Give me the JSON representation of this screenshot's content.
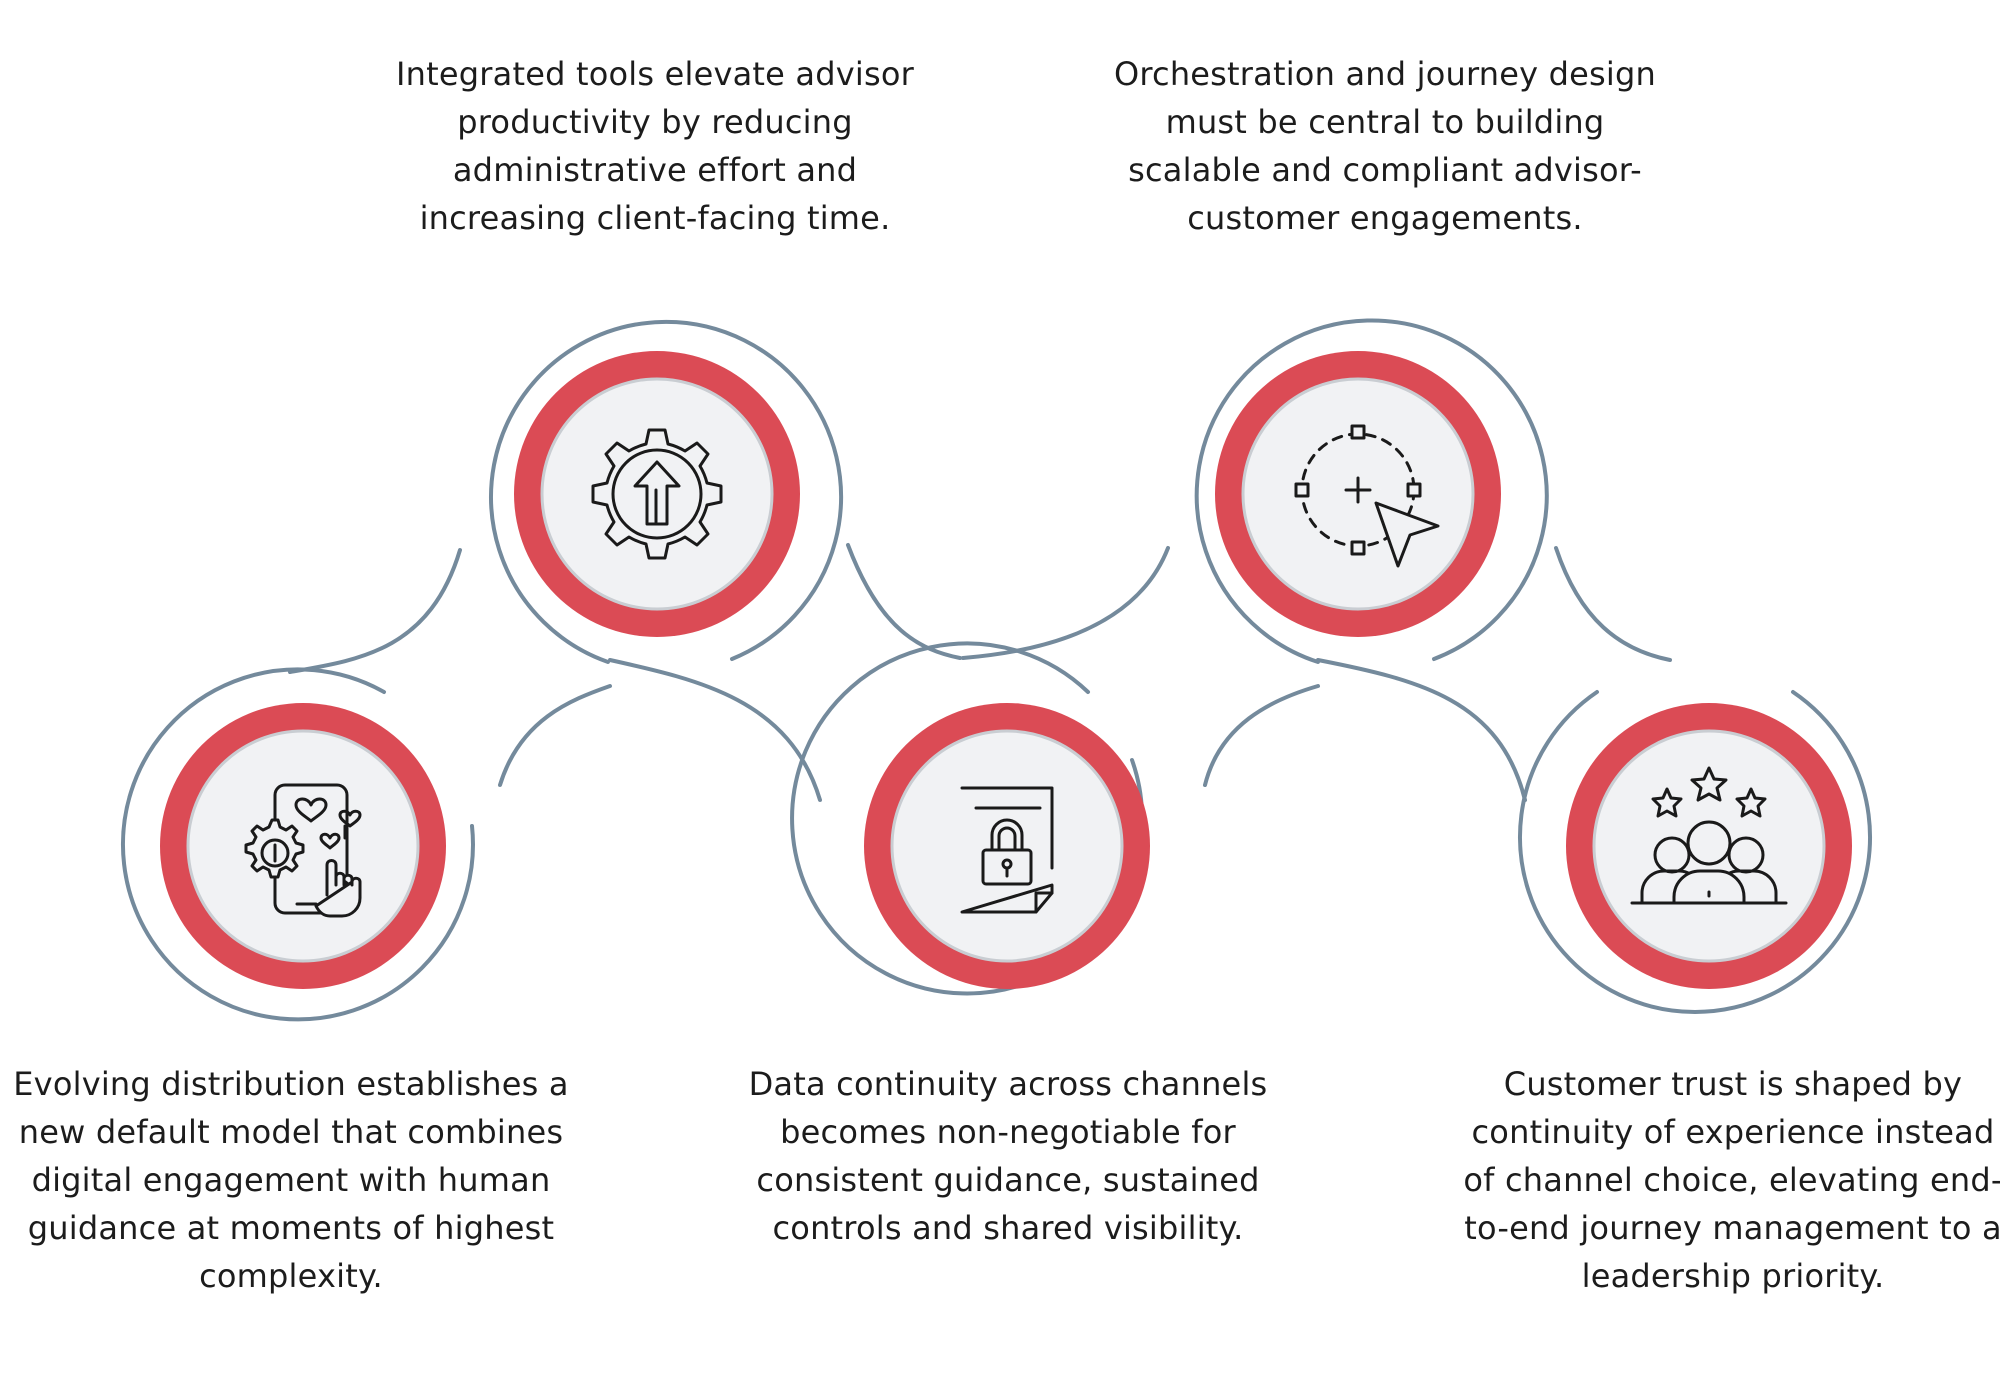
{
  "colors": {
    "ring": "#db4b55",
    "outline": "#748a9c",
    "inner_fill": "#f1f2f4",
    "icon": "#1a1a1a",
    "text": "#1c1c1c"
  },
  "nodes": [
    {
      "id": "node-1",
      "icon": "mobile-engagement-icon",
      "caption": "Evolving distribution establishes a new default model that combines digital engagement with human guidance at moments of highest complexity."
    },
    {
      "id": "node-2",
      "icon": "gear-upload-icon",
      "caption": "Integrated tools elevate advisor productivity by reducing administrative effort and increasing client-facing time."
    },
    {
      "id": "node-3",
      "icon": "locked-document-icon",
      "caption": "Data continuity across channels becomes non-negotiable for consistent guidance, sustained controls and shared visibility."
    },
    {
      "id": "node-4",
      "icon": "journey-design-cursor-icon",
      "caption": "Orchestration and journey design must be central to building scalable and compliant advisor-customer engagements."
    },
    {
      "id": "node-5",
      "icon": "customer-trust-stars-icon",
      "caption": "Customer trust is shaped by continuity of experience instead of channel choice, elevating end-to-end journey management to a leadership priority."
    }
  ]
}
